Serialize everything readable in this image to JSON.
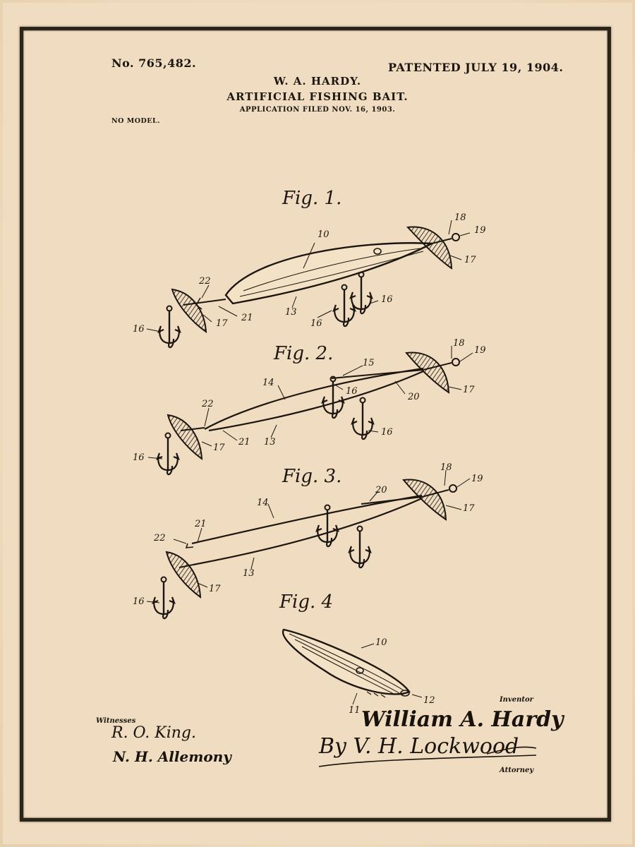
{
  "header": {
    "patent_number": "No. 765,482.",
    "patent_date": "PATENTED JULY 19, 1904.",
    "inventor": "W. A. HARDY.",
    "title": "ARTIFICIAL FISHING BAIT.",
    "application_filed": "APPLICATION FILED NOV. 16, 1903.",
    "model_note": "NO MODEL."
  },
  "figures": {
    "fig1": "Fig. 1.",
    "fig2": "Fig. 2.",
    "fig3": "Fig. 3.",
    "fig4": "Fig. 4"
  },
  "references": {
    "fig1": [
      "10",
      "18",
      "19",
      "17",
      "22",
      "21",
      "17",
      "13",
      "16",
      "16",
      "16"
    ],
    "fig2": [
      "15",
      "18",
      "19",
      "14",
      "16",
      "20",
      "17",
      "22",
      "21",
      "17",
      "13",
      "16",
      "16"
    ],
    "fig3": [
      "18",
      "19",
      "20",
      "14",
      "17",
      "21",
      "22",
      "13",
      "17",
      "16"
    ],
    "fig4": [
      "10",
      "11",
      "12"
    ]
  },
  "footer": {
    "witnesses_label": "Witnesses",
    "witness_1": "R. O. King.",
    "witness_2": "N. H. Allemony",
    "inventor_label": "Inventor",
    "inventor_signature": "William A. Hardy",
    "attorney_signature": "By V. H. Lockwood",
    "attorney_label": "Attorney"
  },
  "colors": {
    "paper": "#f2e1c8",
    "ink": "#1b160f",
    "frame": "#2b2418"
  }
}
